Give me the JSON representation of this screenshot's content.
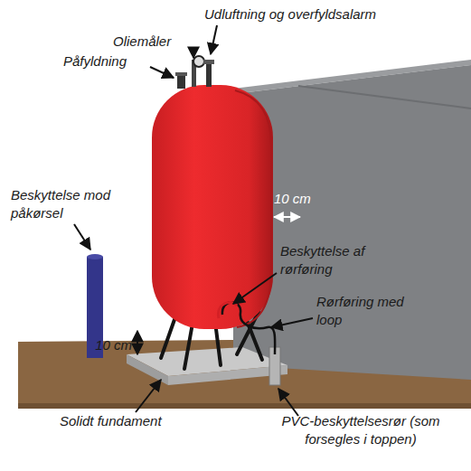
{
  "diagram": {
    "labels": [
      "Oliemåler",
      "Udluftning og overfyldsalarm",
      "Påfyldning",
      "Beskyttelse mod påkørsel",
      "10 cm",
      "Beskyttelse af rørføring",
      "Rørføring med loop",
      "10 cm",
      "Solidt fundament",
      "PVC-beskyttelsesrør (som forsegles i toppen)"
    ]
  }
}
